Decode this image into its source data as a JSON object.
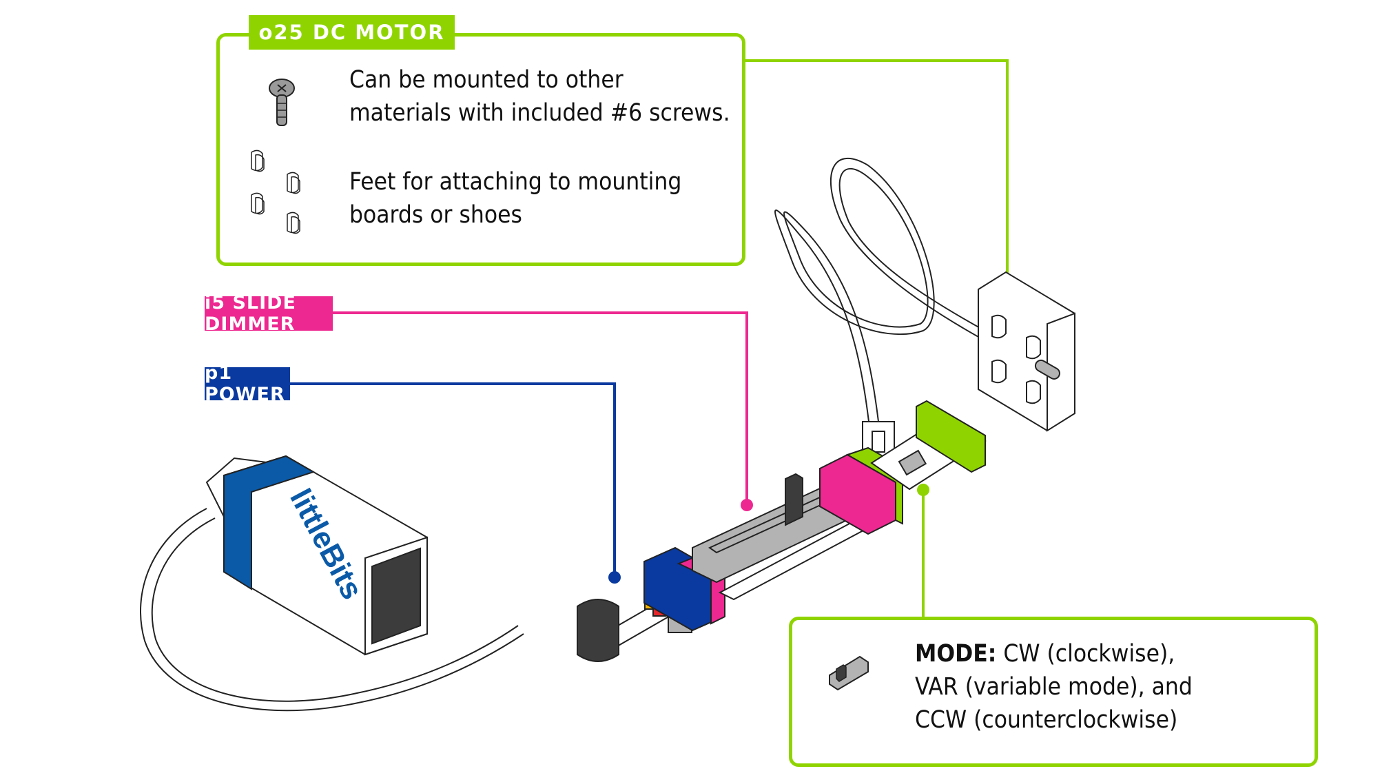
{
  "colors": {
    "motor_green": "#8fd400",
    "dimmer_pink": "#ed2890",
    "power_blue": "#0a3a9f",
    "battery_blue": "#0a5aa8"
  },
  "motor_callout": {
    "title": "o25 DC MOTOR",
    "items": [
      {
        "icon": "screw-icon",
        "lines": [
          "Can be mounted to other",
          "materials with included #6 screws."
        ]
      },
      {
        "icon": "feet-icon",
        "lines": [
          "Feet for attaching to mounting",
          "boards or shoes"
        ]
      }
    ]
  },
  "dimmer_label": "i5 SLIDE DIMMER",
  "power_label": "p1 POWER",
  "battery_brand": "littleBits",
  "mode_callout": {
    "icon": "switch-icon",
    "bold": "MODE:",
    "lines": [
      "CW (clockwise),",
      "VAR (variable mode), and",
      "CCW (counterclockwise)"
    ]
  }
}
